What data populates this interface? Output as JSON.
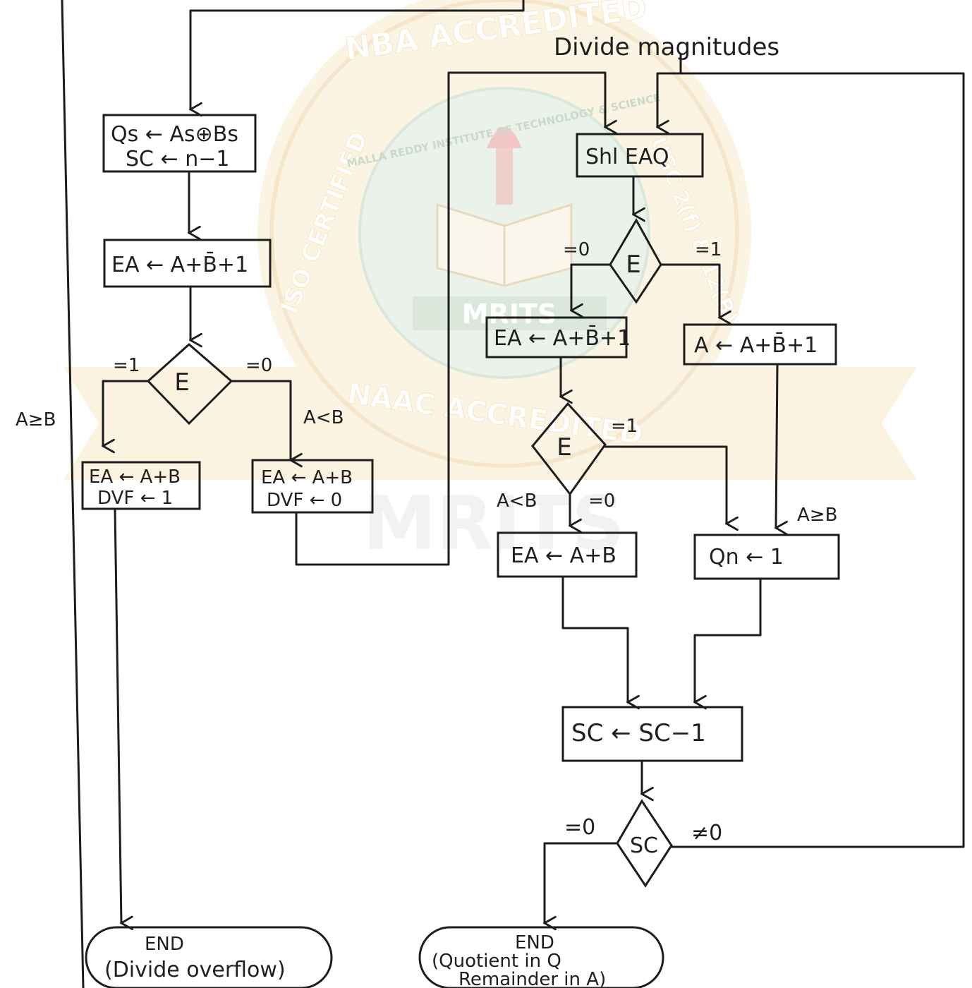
{
  "title": "Divide magnitudes",
  "left": {
    "init_line1": "Qs ← As⊕Bs",
    "init_line2": "SC ← n−1",
    "sub_box": "EA ← A+B̄+1",
    "decision": "E",
    "edge_left": "=1",
    "edge_right": "=0",
    "cond_left": "A≥B",
    "cond_right": "A<B",
    "box_left_line1": "EA ← A+B",
    "box_left_line2": "DVF ← 1",
    "box_right_line1": "EA ← A+B",
    "box_right_line2": "DVF ← 0",
    "end_title": "END",
    "end_note": "(Divide overflow)"
  },
  "right": {
    "shift_box": "Shl EAQ",
    "decision1": "E",
    "edge1_left": "=0",
    "edge1_right": "=1",
    "box_sub_left": "EA ← A+B̄+1",
    "box_sub_right": "A ← A+B̄+1",
    "decision2": "E",
    "edge2_right": "=1",
    "edge2_down": "=0",
    "cond_less": "A<B",
    "cond_ge": "A≥B",
    "box_restore": "EA ← A+B",
    "box_qn": "Qn ← 1",
    "box_sc": "SC ← SC−1",
    "decision3": "SC",
    "edge3_left": "=0",
    "edge3_right": "≠0",
    "end_title": "END",
    "end_note1": "(Quotient in Q",
    "end_note2": "Remainder in A)"
  },
  "watermark": {
    "arc_top": "NBA ACCREDITED",
    "arc_bottom": "NAAC ACCREDITED",
    "left_text": "ISO CERTIFIED",
    "right_text": "UGC 2(f) & 12(B)",
    "institute": "MALLA REDDY INSTITUTE OF TECHNOLOGY & SCIENCE",
    "logo": "MRITS",
    "big": "MRITS"
  },
  "colors": {
    "ink": "#1d1d1d",
    "watermark_gold": "#e9c27a",
    "watermark_green": "#8db58d"
  }
}
